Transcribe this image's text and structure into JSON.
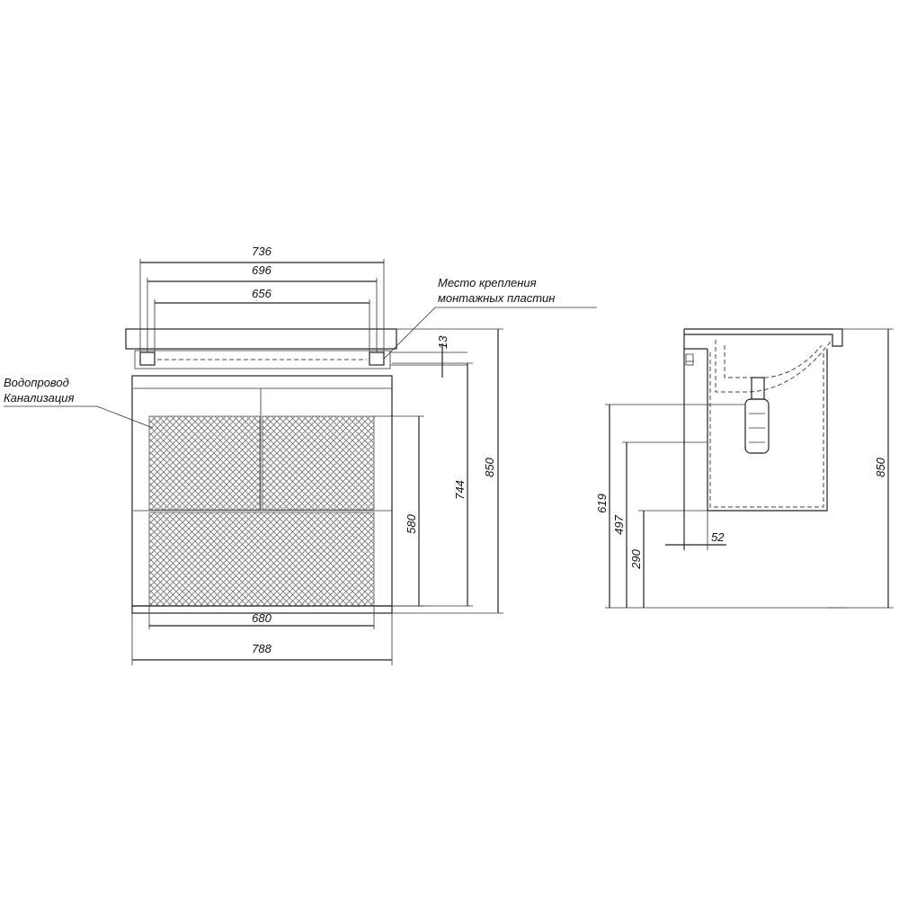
{
  "front_view": {
    "dimensions": {
      "top_width": "736",
      "plate_spacing": "696",
      "inner_width": "656",
      "thickness": "13",
      "height_total": "850",
      "height_body": "744",
      "height_panel": "580",
      "base_width": "680",
      "overall_width": "788"
    },
    "labels": {
      "mount_line1": "Место крепления",
      "mount_line2": "монтажных пластин",
      "pipes_line1": "Водопровод",
      "pipes_line2": "Канализация"
    }
  },
  "side_view": {
    "dimensions": {
      "height_total": "850",
      "height_619": "619",
      "height_497": "497",
      "height_290": "290",
      "offset_52": "52"
    }
  }
}
